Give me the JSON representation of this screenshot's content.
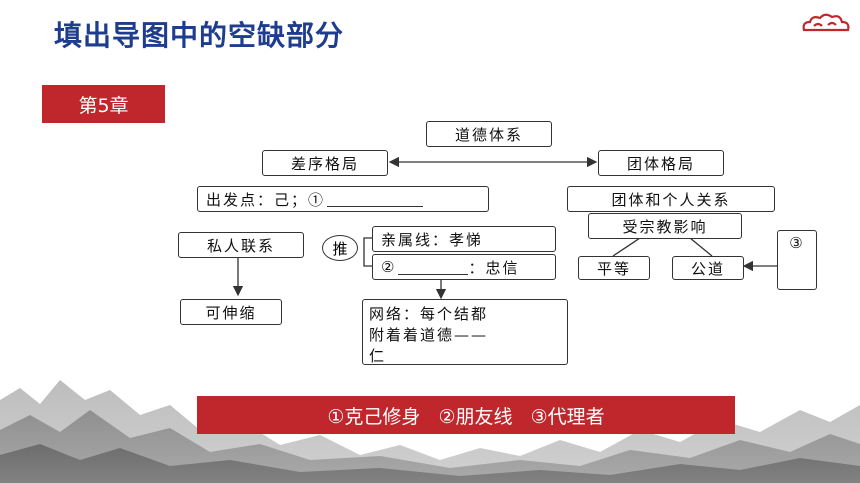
{
  "header": {
    "title": "填出导图中的空缺部分"
  },
  "chapter": {
    "label": "第5章"
  },
  "diagram": {
    "root": "道德体系",
    "left_branch": "差序格局",
    "right_branch": "团体格局",
    "starting_point": "出发点：己；①",
    "private_relation": "私人联系",
    "push": "推",
    "kin_line": "亲属线：孝悌",
    "blank_line": "②",
    "blank_line_suffix": "：忠信",
    "stretchable": "可伸缩",
    "network_line1": "网络：每个结都",
    "network_line2": "附着着道德——",
    "network_line3": "仁",
    "group_individual": "团体和个人关系",
    "religion_influence": "受宗教影响",
    "equality": "平等",
    "justice": "公道",
    "blank_3": "③"
  },
  "answers": {
    "text": "①克己修身   ②朋友线   ③代理者"
  },
  "colors": {
    "accent_red": "#c0272d",
    "title_blue": "#1f3d8f"
  }
}
